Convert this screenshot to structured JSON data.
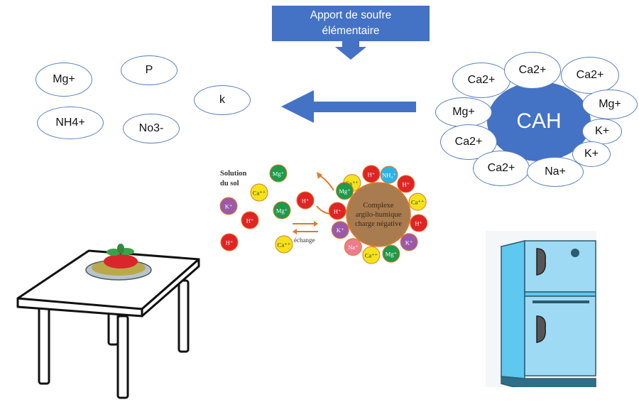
{
  "title_box": {
    "line1": "Apport de soufre",
    "line2": "élémentaire",
    "color": "#4472c4"
  },
  "free_ions": [
    {
      "label": "Mg+"
    },
    {
      "label": "P"
    },
    {
      "label": "k"
    },
    {
      "label": "NH4+"
    },
    {
      "label": "No3-"
    }
  ],
  "arrow": {
    "direction": "left",
    "color": "#4472c4"
  },
  "cah": {
    "label": "CAH",
    "color": "#4472c4",
    "ions": [
      {
        "label": "Ca2+"
      },
      {
        "label": "Ca2+"
      },
      {
        "label": "Ca2+"
      },
      {
        "label": "Mg+"
      },
      {
        "label": "Mg+"
      },
      {
        "label": "K+"
      },
      {
        "label": "K+"
      },
      {
        "label": "Ca2+"
      },
      {
        "label": "Ca2+"
      },
      {
        "label": "Na+"
      }
    ]
  },
  "soil_figure": {
    "solution_label_1": "Solution",
    "solution_label_2": "du sol",
    "exchange_label": "échange",
    "complex_line1": "Complexe",
    "complex_line2": "argilo-humique",
    "complex_line3": "charge négative",
    "complex_color": "#a97c50",
    "solution_ions": [
      {
        "label": "Mg⁺",
        "color": "#1e9a4a"
      },
      {
        "label": "Ca⁺⁺",
        "color": "#f5e31a"
      },
      {
        "label": "K⁺",
        "color": "#9b59a8"
      },
      {
        "label": "Mg⁺",
        "color": "#1e9a4a"
      },
      {
        "label": "H⁺",
        "color": "#e02424"
      },
      {
        "label": "H⁺",
        "color": "#e02424"
      },
      {
        "label": "H⁺",
        "color": "#e02424"
      },
      {
        "label": "Ca⁺⁺",
        "color": "#f5e31a"
      }
    ],
    "bound_ions": [
      {
        "label": "Ca⁺⁺",
        "color": "#f5e31a"
      },
      {
        "label": "H⁺",
        "color": "#e02424"
      },
      {
        "label": "NH₄⁺",
        "color": "#2ab4e6"
      },
      {
        "label": "H⁺",
        "color": "#e02424"
      },
      {
        "label": "Ca⁺⁺",
        "color": "#f5e31a"
      },
      {
        "label": "H⁺",
        "color": "#e02424"
      },
      {
        "label": "K⁺",
        "color": "#9b59a8"
      },
      {
        "label": "Mg⁺",
        "color": "#1e9a4a"
      },
      {
        "label": "Ca⁺⁺",
        "color": "#f5e31a"
      },
      {
        "label": "Na⁺",
        "color": "#ee7b8a"
      },
      {
        "label": "K⁺",
        "color": "#9b59a8"
      },
      {
        "label": "H⁺",
        "color": "#e02424"
      },
      {
        "label": "Mg⁺",
        "color": "#1e9a4a"
      }
    ]
  },
  "illustrations": {
    "table": "table-with-spaghetti",
    "fridge": "refrigerator"
  }
}
